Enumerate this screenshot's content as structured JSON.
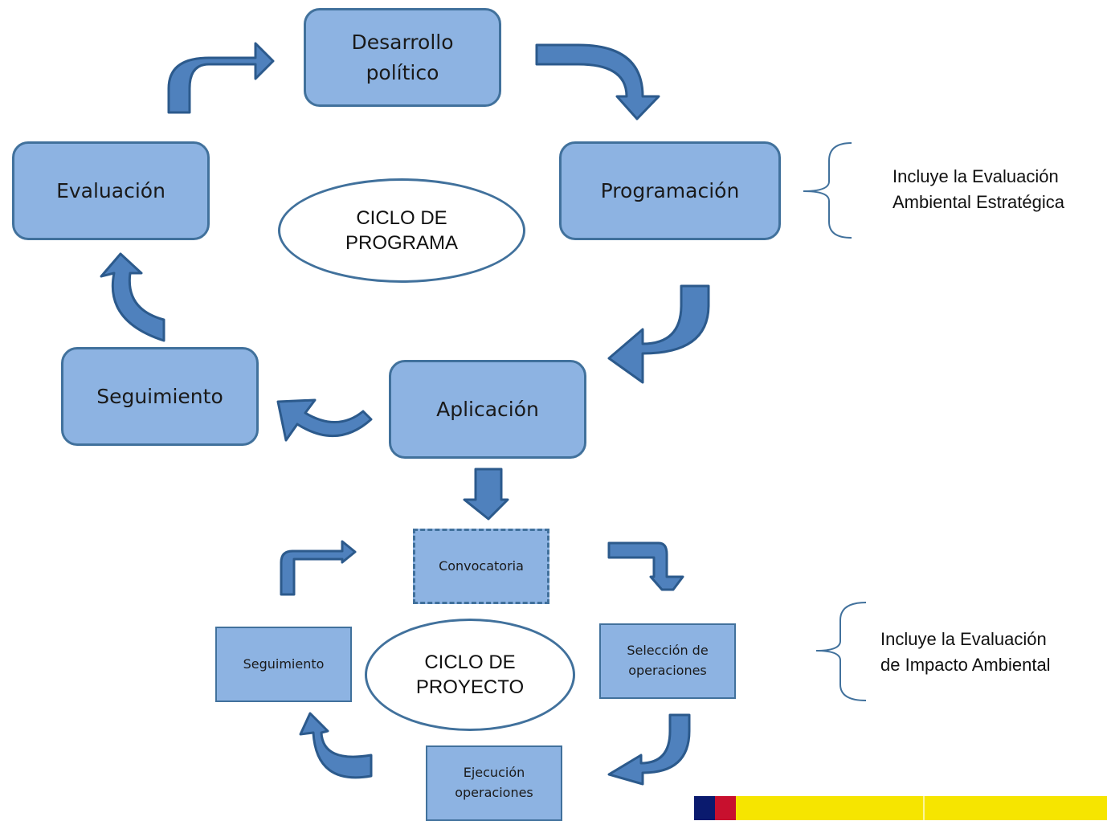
{
  "program_cycle": {
    "center_label": "CICLO DE\nPROGRAMA",
    "nodes": {
      "desarrollo": "Desarrollo\npolítico",
      "programacion": "Programación",
      "aplicacion": "Aplicación",
      "seguimiento": "Seguimiento",
      "evaluacion": "Evaluación"
    },
    "note": "Incluye la Evaluación\nAmbiental Estratégica"
  },
  "project_cycle": {
    "center_label": "CICLO DE\nPROYECTO",
    "nodes": {
      "convocatoria": "Convocatoria",
      "seleccion": "Selección de\noperaciones",
      "ejecucion": "Ejecución\noperaciones",
      "seguimiento": "Seguimiento"
    },
    "note": "Incluye la Evaluación\nde Impacto Ambiental"
  },
  "colors": {
    "box_fill": "#8db3e2",
    "box_border": "#41719c",
    "arrow_fill": "#4f81bd",
    "arrow_border": "#2c5a8c",
    "brace": "#41719c"
  }
}
